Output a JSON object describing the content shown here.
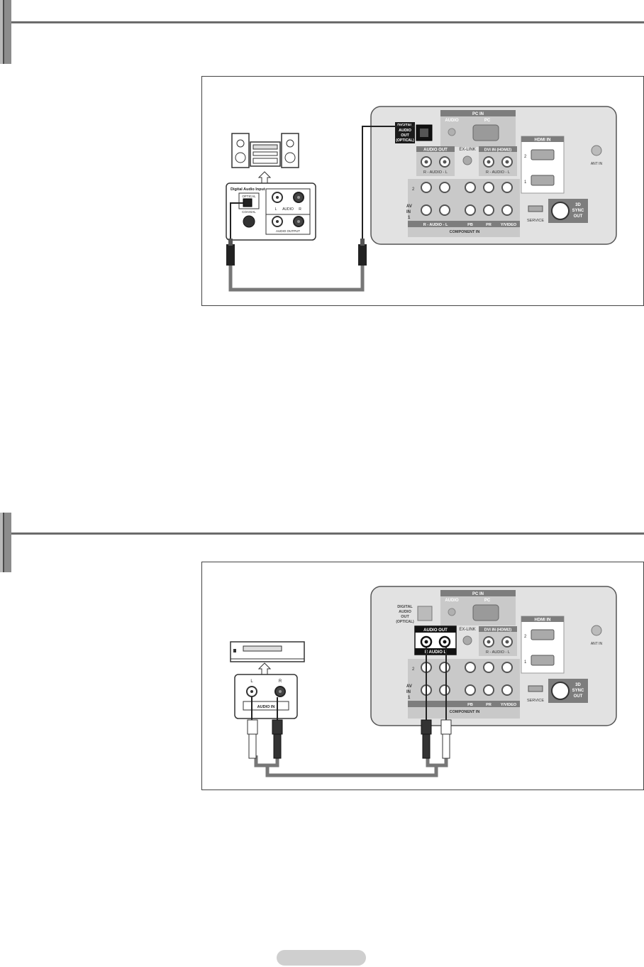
{
  "figure1": {
    "tv_panel": {
      "digital_audio_out": [
        "DIGITAL",
        "AUDIO",
        "OUT",
        "(OPTICAL)"
      ],
      "pc_in": "PC IN",
      "audio": "AUDIO",
      "pc": "PC",
      "audio_out": "AUDIO OUT",
      "ex_link": "EX-LINK",
      "dvi_in": "DVI IN (HDMI2)",
      "r_audio_l": "R - AUDIO - L",
      "hdmi_in": "HDMI IN",
      "ant_in": "ANT IN",
      "av_in": [
        "AV",
        "IN",
        "1"
      ],
      "num_2": "2",
      "num_1": "1",
      "service": "SERVICE",
      "sync_out": [
        "3D",
        "SYNC",
        "OUT"
      ],
      "pb": "PB",
      "pr": "PR",
      "y_video": "Y/VIDEO",
      "component_in": "COMPONENT IN"
    },
    "device_panel": {
      "title": "Digital Audio Input",
      "optical": "OPTICAL",
      "coaxial": "COAXIAL",
      "l": "L",
      "audio": "AUDIO",
      "r": "R",
      "audio_output": "AUDIO OUTPUT"
    }
  },
  "figure2": {
    "tv_panel": {
      "digital_audio_out": [
        "DIGITAL",
        "AUDIO",
        "OUT",
        "(OPTICAL)"
      ],
      "pc_in": "PC IN",
      "audio": "AUDIO",
      "pc": "PC",
      "audio_out": "AUDIO OUT",
      "ex_link": "EX-LINK",
      "dvi_in": "DVI IN (HDMI2)",
      "r_audio_l": "R - AUDIO - L",
      "audio_highlight": "R AUDIO L",
      "hdmi_in": "HDMI IN",
      "ant_in": "ANT IN",
      "av_in": [
        "AV",
        "IN",
        "1"
      ],
      "num_2": "2",
      "num_1": "1",
      "service": "SERVICE",
      "sync_out": [
        "3D",
        "SYNC",
        "OUT"
      ],
      "pb": "PB",
      "pr": "PR",
      "y_video": "Y/VIDEO",
      "component_in": "COMPONENT IN"
    },
    "device_panel": {
      "l": "L",
      "r": "R",
      "audio_in": "AUDIO IN"
    }
  }
}
